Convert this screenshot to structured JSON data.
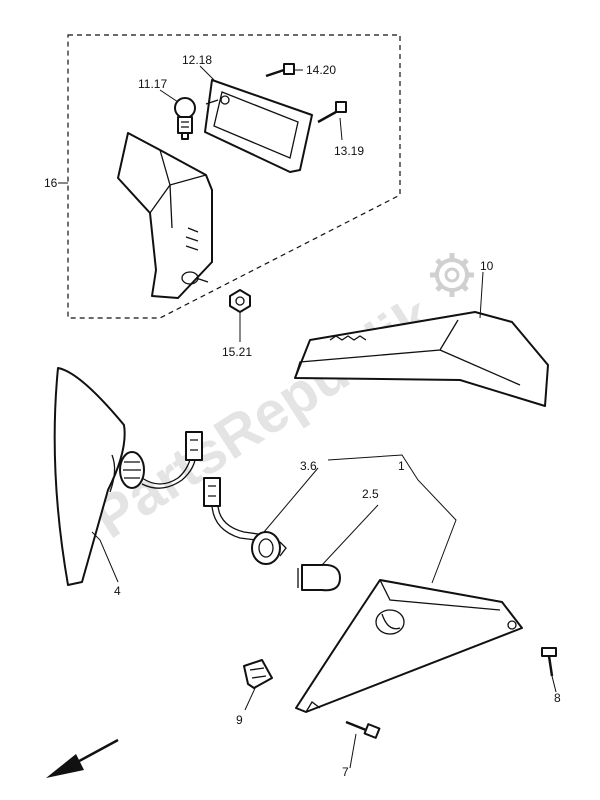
{
  "watermark": {
    "text": "PartsRepublik"
  },
  "labels": {
    "l16": "16",
    "l12_18": "12.18",
    "l11_17": "11.17",
    "l14_20": "14.20",
    "l13_19": "13.19",
    "l10": "10",
    "l15_21": "15.21",
    "l3_6": "3.6",
    "l2_5": "2.5",
    "l1": "1",
    "l4": "4",
    "l8": "8",
    "l9": "9",
    "l7": "7"
  },
  "colors": {
    "ink": "#111111",
    "watermark": "#d9d9d9",
    "background": "#ffffff"
  }
}
